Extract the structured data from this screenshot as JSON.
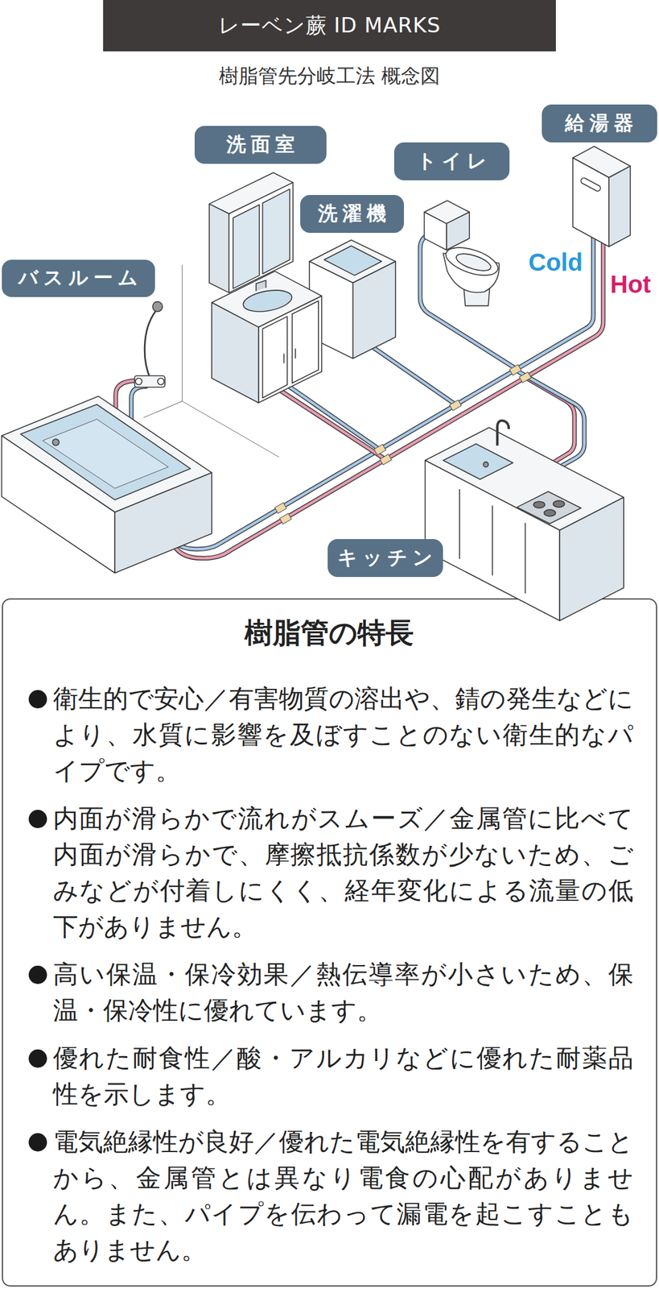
{
  "diagram": {
    "title": "レーベン蕨 ID MARKS",
    "nodes": [
      {
        "text": [
          "給湯器"
        ]
      },
      {
        "text": [
          "洗面室"
        ]
      },
      {
        "text": [
          "トイレ"
        ]
      },
      {
        "text": [
          "洗濯機"
        ]
      },
      {
        "text": [
          "バスルーム"
        ]
      },
      {
        "text": [
          "キッチン"
        ]
      },
      {
        "text": [
          "樹脂管の特長",
          "衛生的で安心／有害物質の溶出や、錆の発生などにより、水質に影響を及ぼすことのない衛生的なパイプです。",
          "内面が滑らかで流れがスムーズ／金属管に比べて内面が滑らかで、摩擦抵抗係数が少ないため、ごみなどが付着しにくく、経年変化による流量の低下がありません。",
          "高い保温・保冷効果／熱伝導率が小さいため、保温・保冷性に優れています。",
          "優れた耐食性／酸・アルカリなどに優れた耐薬品性を示します。",
          "電気絶縁性が良好／優れた電気絶縁性を有することから、金属管とは異なり電食の心配がありません。また、パイプを伝わって漏電を起こすこともありません。"
        ]
      }
    ],
    "labels": [
      "樹脂管先分岐工法 概念図",
      "Cold",
      "Hot"
    ]
  }
}
